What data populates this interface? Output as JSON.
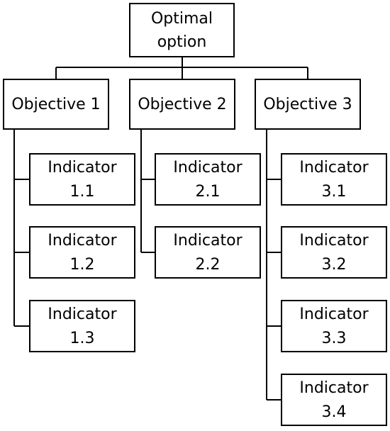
{
  "root": {
    "line1": "Optimal",
    "line2": "option"
  },
  "objectives": [
    {
      "label": "Objective 1",
      "indicators": [
        {
          "line1": "Indicator",
          "line2": "1.1"
        },
        {
          "line1": "Indicator",
          "line2": "1.2"
        },
        {
          "line1": "Indicator",
          "line2": "1.3"
        }
      ]
    },
    {
      "label": "Objective 2",
      "indicators": [
        {
          "line1": "Indicator",
          "line2": "2.1"
        },
        {
          "line1": "Indicator",
          "line2": "2.2"
        }
      ]
    },
    {
      "label": "Objective 3",
      "indicators": [
        {
          "line1": "Indicator",
          "line2": "3.1"
        },
        {
          "line1": "Indicator",
          "line2": "3.2"
        },
        {
          "line1": "Indicator",
          "line2": "3.3"
        },
        {
          "line1": "Indicator",
          "line2": "3.4"
        }
      ]
    }
  ]
}
